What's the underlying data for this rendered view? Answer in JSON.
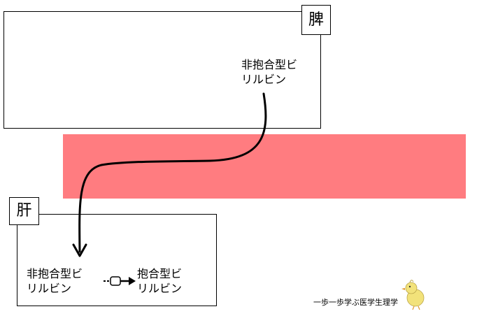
{
  "spleen": {
    "label": "脾",
    "bilirubin_line1": "非抱合型ビ",
    "bilirubin_line2": "リルビン"
  },
  "liver": {
    "label": "肝",
    "unconjugated_line1": "非抱合型ビ",
    "unconjugated_line2": "リルビン",
    "conjugated_line1": "抱合型ビ",
    "conjugated_line2": "リルビン"
  },
  "colors": {
    "blood_band": "#ff7c80",
    "line": "#000000",
    "mascot": "#f2e27a"
  },
  "icons": {
    "conversion": "converter-arrow-icon",
    "mascot": "chick-mascot-icon"
  },
  "footer": {
    "text": "一歩一歩学ぶ医学生理学"
  }
}
